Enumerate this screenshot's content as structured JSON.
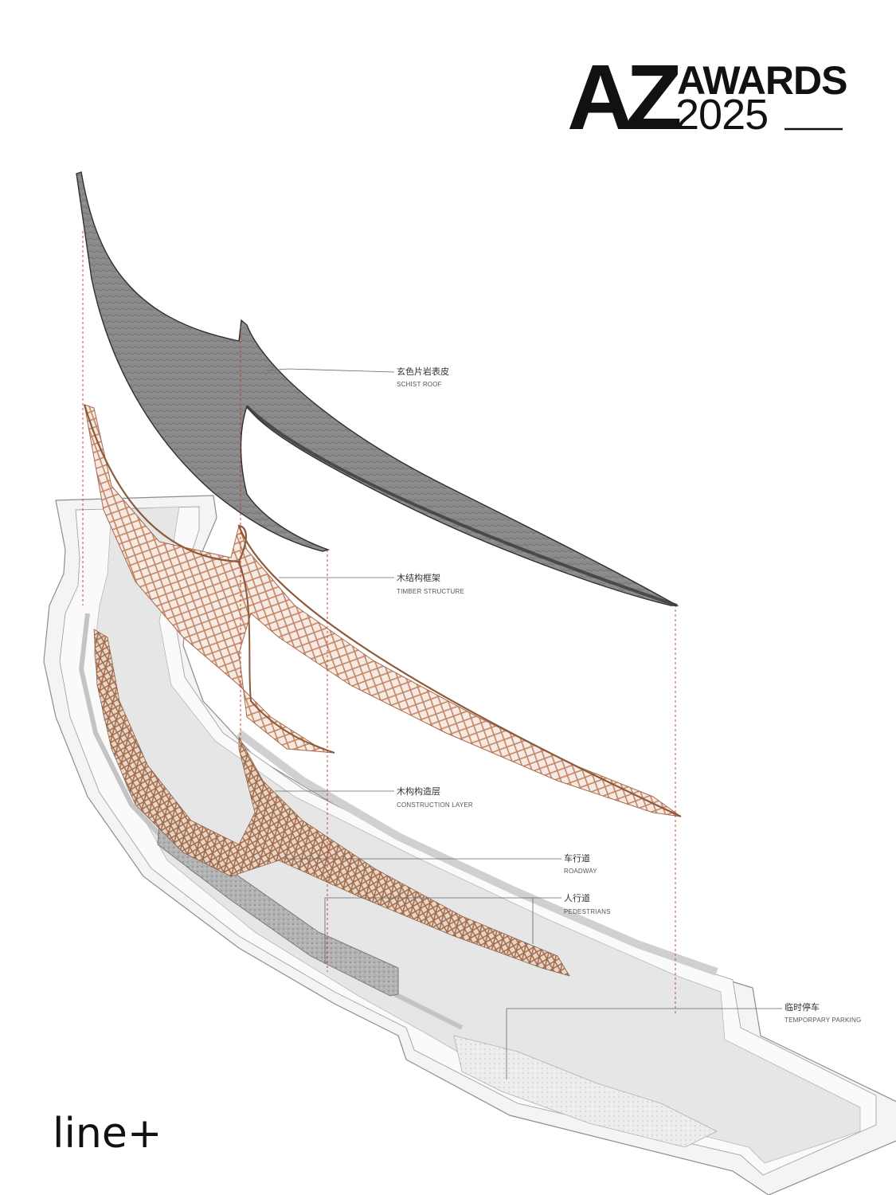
{
  "logo": {
    "az": "AZ",
    "awards": "AWARDS",
    "year": "2025"
  },
  "brand": {
    "name": "line+"
  },
  "labels": {
    "schist_roof": {
      "cn": "玄色片岩表皮",
      "en": "SCHIST ROOF"
    },
    "timber_structure": {
      "cn": "木结构框架",
      "en": "TIMBER STRUCTURE"
    },
    "construction_layer": {
      "cn": "木构构造层",
      "en": "CONSTRUCTION LAYER"
    },
    "roadway": {
      "cn": "车行道",
      "en": "ROADWAY"
    },
    "pedestrians": {
      "cn": "人行道",
      "en": "PEDESTRIANS"
    },
    "temporary_parking": {
      "cn": "临时停车",
      "en": "TEMPORPARY PARKING"
    }
  },
  "colors": {
    "schist": "#7a7a7a",
    "schist_dark": "#3a3a3a",
    "timber": "#c9876a",
    "timber_dark": "#8b5a3c",
    "guide_line": "#c0392b",
    "ground": "#f2f2f2",
    "ground_edge": "#9a9a9a",
    "stone_wall": "#a8a8a8"
  }
}
